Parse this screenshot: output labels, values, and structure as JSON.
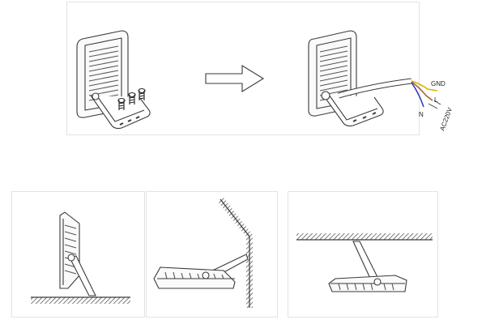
{
  "wiring": {
    "gnd": "GND",
    "live": "L",
    "neutral": "N",
    "supply": "AC220V"
  },
  "colors": {
    "line": "#3a3a3a",
    "fin": "#555555",
    "wire_gnd": "#d8b400",
    "wire_live": "#b06030",
    "wire_neutral": "#3040c0",
    "hatch": "#444444"
  }
}
